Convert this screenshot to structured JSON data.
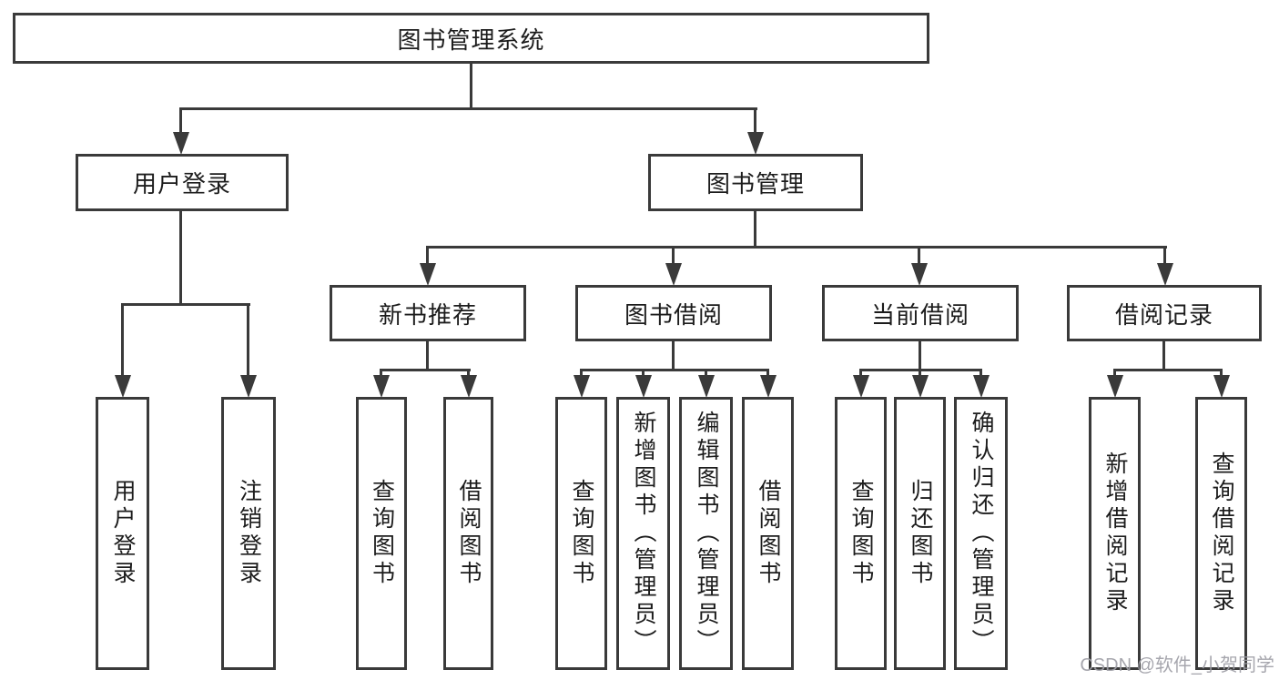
{
  "tree": {
    "label": "图书管理系统",
    "children": [
      {
        "label": "用户登录",
        "children": [
          {
            "label": "用户登录"
          },
          {
            "label": "注销登录"
          }
        ]
      },
      {
        "label": "图书管理",
        "children": [
          {
            "label": "新书推荐",
            "children": [
              {
                "label": "查询图书"
              },
              {
                "label": "借阅图书"
              }
            ]
          },
          {
            "label": "图书借阅",
            "children": [
              {
                "label": "查询图书"
              },
              {
                "label": "新增图书（管理员）"
              },
              {
                "label": "编辑图书（管理员）"
              },
              {
                "label": "借阅图书"
              }
            ]
          },
          {
            "label": "当前借阅",
            "children": [
              {
                "label": "查询图书"
              },
              {
                "label": "归还图书"
              },
              {
                "label": "确认归还（管理员）"
              }
            ]
          },
          {
            "label": "借阅记录",
            "children": [
              {
                "label": "新增借阅记录"
              },
              {
                "label": "查询借阅记录"
              }
            ]
          }
        ]
      }
    ]
  },
  "watermark": {
    "text": "CSDN @软件_小贺同学"
  },
  "colors": {
    "line": "#3a3a3a",
    "text": "#1c1c1c",
    "watermark": "#9e9ea6",
    "background": "#ffffff"
  }
}
